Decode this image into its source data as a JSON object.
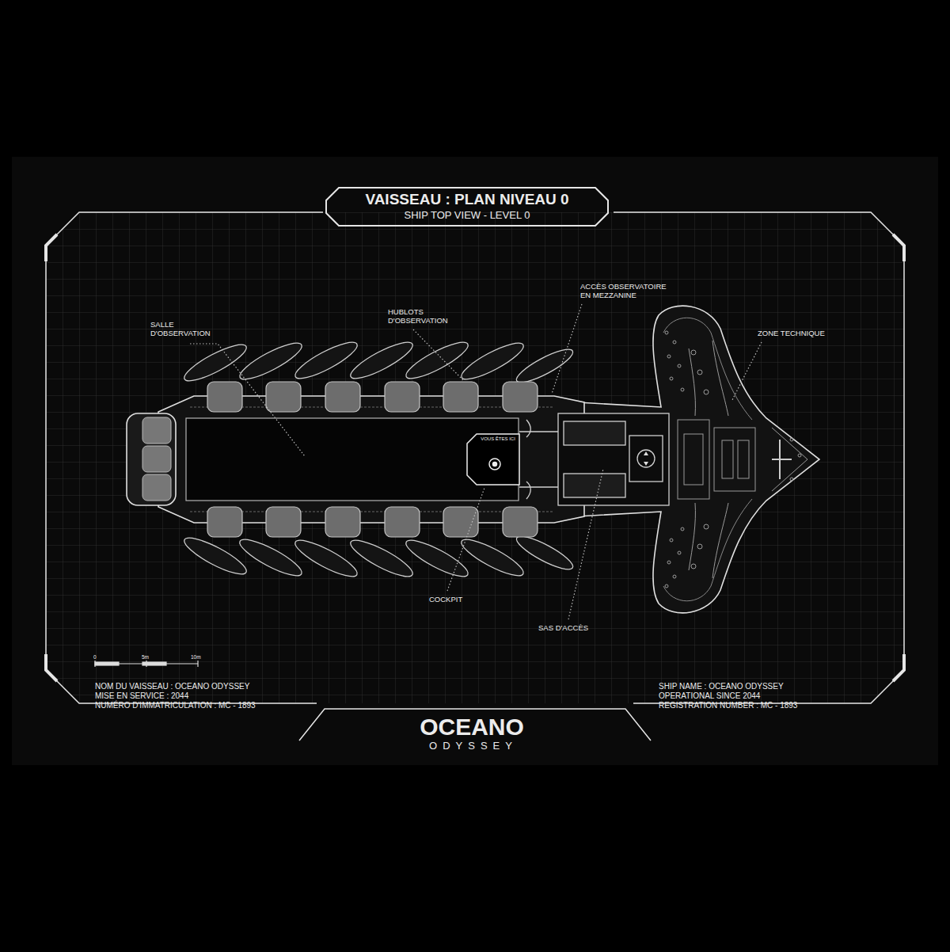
{
  "diagram": {
    "title": "VAISSEAU : PLAN NIVEAU 0",
    "labels": [
      "SHIP TOP VIEW - LEVEL 0",
      "SALLE D'OBSERVATION",
      "HUBLOTS D'OBSERVATION",
      "ACCÈS OBSERVATOIRE EN MEZZANINE",
      "ZONE TECHNIQUE",
      "VOUS ÊTES ICI",
      "COCKPIT",
      "SAS D'ACCÈS",
      "0",
      "5m",
      "10m",
      "NOM DU VAISSEAU : OCEANO ODYSSEY",
      "MISE EN SERVICE : 2044",
      "NUMÉRO D'IMMATRICULATION : MC - 1893",
      "SHIP NAME : OCEANO ODYSSEY",
      "OPERATIONAL SINCE 2044",
      "REGISTRATION NUMBER : MC - 1893",
      "OCEANO",
      "ODYSSEY"
    ]
  }
}
